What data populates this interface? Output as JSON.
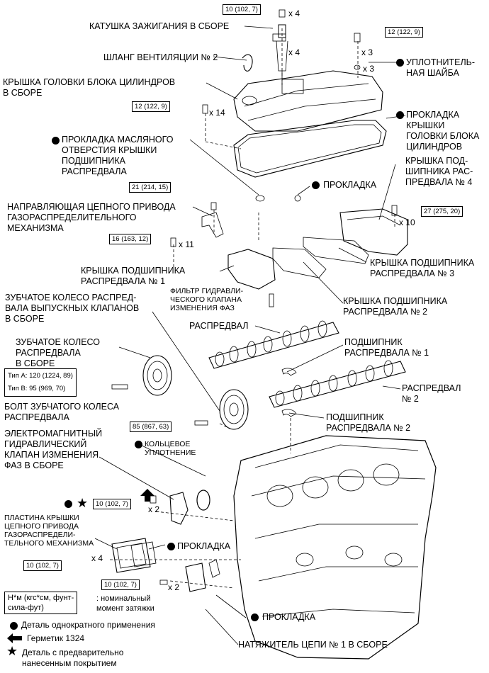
{
  "labels": {
    "ignition_coil": "КАТУШКА ЗАЖИГАНИЯ В СБОРЕ",
    "vent_hose": "ШЛАНГ ВЕНТИЛЯЦИИ № 2",
    "head_cover": "КРЫШКА ГОЛОВКИ БЛОКА ЦИЛИНДРОВ\nВ СБОРЕ",
    "seal_washer": "УПЛОТНИТЕЛЬ-\nНАЯ ШАЙБА",
    "head_cover_gasket": "ПРОКЛАДКА\nКРЫШКИ\nГОЛОВКИ БЛОКА\nЦИЛИНДРОВ",
    "oil_hole_gasket": "ПРОКЛАДКА МАСЛЯНОГО\nОТВЕРСТИЯ КРЫШКИ\nПОДШИПНИКА\nРАСПРЕДВАЛА",
    "bearing_cap4": "КРЫШКА ПОД-\nШИПНИКА РАС-\nПРЕДВАЛА № 4",
    "gasket_mid": "ПРОКЛАДКА",
    "chain_guide": "НАПРАВЛЯЮЩАЯ ЦЕПНОГО ПРИВОДА\nГАЗОРАСПРЕДЕЛИТЕЛЬНОГО\nМЕХАНИЗМА",
    "bearing_cap1": "КРЫШКА ПОДШИПНИКА\nРАСПРЕДВАЛА № 1",
    "bearing_cap3": "КРЫШКА ПОДШИПНИКА\nРАСПРЕДВАЛА № 3",
    "filter": "ФИЛЬТР ГИДРАВЛИ-\nЧЕСКОГО КЛАПАНА\nИЗМЕНЕНИЯ ФАЗ",
    "bearing_cap2": "КРЫШКА ПОДШИПНИКА\nРАСПРЕДВАЛА № 2",
    "exhaust_gear": "ЗУБЧАТОЕ КОЛЕСО РАСПРЕД-\nВАЛА ВЫПУСКНЫХ КЛАПАНОВ\nВ СБОРЕ",
    "camshaft1": "РАСПРЕДВАЛ",
    "cam_gear": "ЗУБЧАТОЕ КОЛЕСО\nРАСПРЕДВАЛА\nВ СБОРЕ",
    "bearing1": "ПОДШИПНИК\nРАСПРЕДВАЛА № 1",
    "camshaft2": "РАСПРЕДВАЛ\n№ 2",
    "gear_bolt": "БОЛТ ЗУБЧАТОГО КОЛЕСА\nРАСПРЕДВАЛА",
    "bearing2": "ПОДШИПНИК\nРАСПРЕДВАЛА № 2",
    "solenoid": "ЭЛЕКТРОМАГНИТНЫЙ\nГИДРАВЛИЧЕСКИЙ\nКЛАПАН ИЗМЕНЕНИЯ\nФАЗ В СБОРЕ",
    "o_ring": "КОЛЬЦЕВОЕ\nУПЛОТНЕНИЕ",
    "chain_cover_plate": "ПЛАСТИНА КРЫШКИ\nЦЕПНОГО ПРИВОДА\nГАЗОРАСПРЕДЕЛИ-\nТЕЛЬНОГО МЕХАНИЗМА",
    "gasket_plate": "ПРОКЛАДКА",
    "gasket_tensioner": "ПРОКЛАДКА",
    "tensioner": "НАТЯЖИТЕЛЬ ЦЕПИ № 1 В СБОРЕ"
  },
  "torques": {
    "t_coil": "10 (102, 7)",
    "t_cover_right": "12 (122, 9)",
    "t_cover_left": "12 (122, 9)",
    "t_guide": "21 (214, 15)",
    "t_cap4": "27 (275, 20)",
    "t_cap1": "16 (163, 12)",
    "t_gear": "85 (867, 63)",
    "t_solenoid": "10 (102, 7)",
    "t_plate": "10 (102, 7)",
    "t_tensioner": "10 (102, 7)"
  },
  "quantities": {
    "q_coil_bolt": "x 4",
    "q_coil": "x 4",
    "q_cover_right": "x 3",
    "q_washer": "x 3",
    "q_cover_left": "x 14",
    "q_cap4": "x 10",
    "q_cap1": "x 11",
    "q_solenoid": "x 2",
    "q_plate": "x 4",
    "q_tensioner": "x 2"
  },
  "type_table": {
    "row_a": "Тип А: 120 (1224, 89)",
    "row_b": "Тип В: 95 (969, 70)"
  },
  "legend": {
    "units_box": "Н*м (кгс*см, фунт-\nсила-фут)",
    "units_text": ": номинальный\nмомент затяжки",
    "non_reusable": "Деталь однократного применения",
    "sealant": "Герметик 1324",
    "precoated": "Деталь с предварительно\nнанесенным покрытием"
  }
}
